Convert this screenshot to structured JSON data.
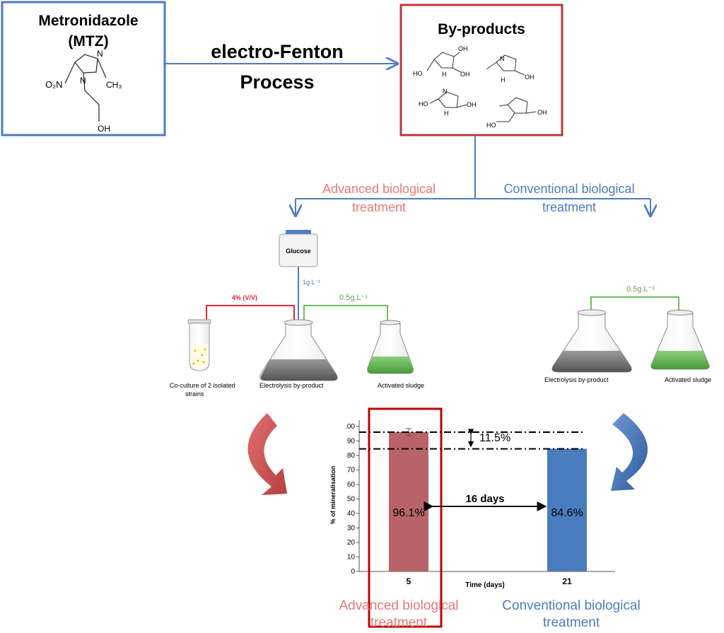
{
  "input_box": {
    "title_line1": "Metronidazole",
    "title_line2": "(MTZ)",
    "substituents": {
      "nitro": "O₂N",
      "ring_n1": "N",
      "ring_n3": "N",
      "methyl": "CH₃",
      "hydroxyl": "OH"
    }
  },
  "process": {
    "line1": "electro-Fenton",
    "line2": "Process"
  },
  "byproducts_box": {
    "title": "By-products",
    "oh": "OH",
    "ho": "HO",
    "n": "N",
    "h": "H"
  },
  "branches": {
    "advanced": {
      "line1": "Advanced biological",
      "line2": "treatment"
    },
    "conventional": {
      "line1": "Conventional biological",
      "line2": "treatment"
    }
  },
  "setup_advanced": {
    "glucose": "Glucose",
    "glucose_dose": "1g.L⁻¹",
    "coculture_dose": "4% (V/V)",
    "sludge_dose": "0.5g.L⁻¹",
    "coculture_label_line1": "Co-culture of 2 isolated",
    "coculture_label_line2": "strains",
    "electrolysis_label": "Electrolysis by-product",
    "sludge_label": "Activated sludge"
  },
  "setup_conventional": {
    "sludge_dose": "0.5g.L⁻¹",
    "electrolysis_label": "Electrolysis by-product",
    "sludge_label": "Activated sludge"
  },
  "chart_data": {
    "type": "bar",
    "categories": [
      "5",
      "21"
    ],
    "values": [
      96.1,
      84.6
    ],
    "value_labels": [
      "96.1%",
      "84.6%"
    ],
    "colors": [
      "#b8636a",
      "#4a7cc0"
    ],
    "ylabel": "% of mineralisation",
    "xlabel": "Time (days)",
    "ylim": [
      0,
      100
    ],
    "yticks": [
      0,
      10,
      20,
      30,
      40,
      50,
      60,
      70,
      80,
      90,
      100
    ],
    "ytick_labels": [
      "0",
      "10",
      "20",
      "30",
      "40",
      "50",
      "60",
      "70",
      "80",
      "90",
      ".00"
    ],
    "difference_label": "11.5%",
    "interval_label": "16 days"
  },
  "bottom_labels": {
    "advanced": {
      "line1": "Advanced biological",
      "line2": "treatment"
    },
    "conventional": {
      "line1": "Conventional biological",
      "line2": "treatment"
    }
  }
}
